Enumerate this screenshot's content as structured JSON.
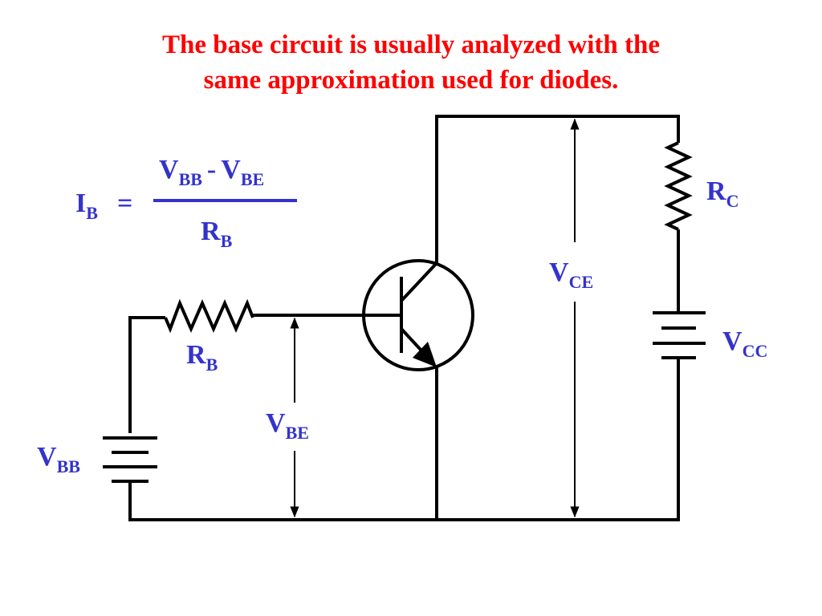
{
  "title": {
    "line1": "The base circuit is usually analyzed with the",
    "line2": "same approximation used for diodes."
  },
  "formula": {
    "lhs_main": "I",
    "lhs_sub": "B",
    "equals": "=",
    "num_a_main": "V",
    "num_a_sub": "BB",
    "minus": "-",
    "num_b_main": "V",
    "num_b_sub": "BE",
    "den_main": "R",
    "den_sub": "B"
  },
  "labels": {
    "rc": {
      "main": "R",
      "sub": "C"
    },
    "vce": {
      "main": "V",
      "sub": "CE"
    },
    "vcc": {
      "main": "V",
      "sub": "CC"
    },
    "rb": {
      "main": "R",
      "sub": "B"
    },
    "vbe": {
      "main": "V",
      "sub": "BE"
    },
    "vbb": {
      "main": "V",
      "sub": "BB"
    }
  }
}
